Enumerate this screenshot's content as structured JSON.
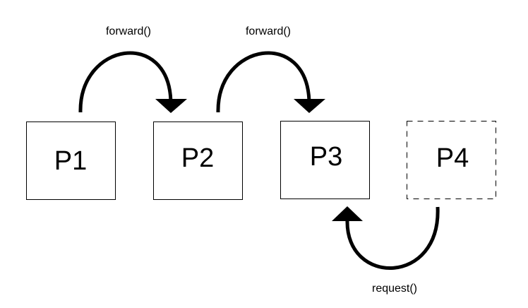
{
  "diagram": {
    "nodes": [
      {
        "id": "P1",
        "label": "P1",
        "style": "solid"
      },
      {
        "id": "P2",
        "label": "P2",
        "style": "solid"
      },
      {
        "id": "P3",
        "label": "P3",
        "style": "solid"
      },
      {
        "id": "P4",
        "label": "P4",
        "style": "dashed"
      }
    ],
    "edges": [
      {
        "from": "P1",
        "to": "P2",
        "label": "forward()"
      },
      {
        "from": "P2",
        "to": "P3",
        "label": "forward()"
      },
      {
        "from": "P4",
        "to": "P3",
        "label": "request()"
      }
    ]
  }
}
